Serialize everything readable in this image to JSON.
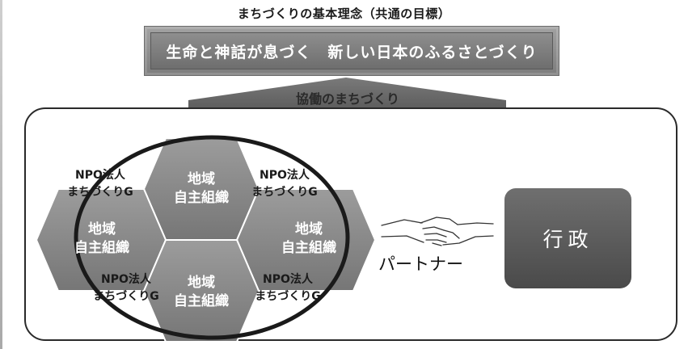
{
  "diagram": {
    "top_caption": "まちづくりの基本理念（共通の目標）",
    "banner_text": "生命と神話が息づく　新しい日本のふるさとづくり",
    "arrow_label": "協働のまちづくり",
    "hexagons": [
      {
        "line1": "地域",
        "line2": "自主組織"
      },
      {
        "line1": "地域",
        "line2": "自主組織"
      },
      {
        "line1": "地域",
        "line2": "自主組織"
      },
      {
        "line1": "地域",
        "line2": "自主組織"
      }
    ],
    "npo_labels": [
      {
        "line1": "NPO法人",
        "line2": "まちづくりG"
      },
      {
        "line1": "NPO法人",
        "line2": "まちづくりG"
      },
      {
        "line1": "NPO法人",
        "line2": "まちづくりG"
      },
      {
        "line1": "NPO法人",
        "line2": "まちづくりG"
      }
    ],
    "partner_label": "パートナー",
    "government_label": "行政"
  }
}
